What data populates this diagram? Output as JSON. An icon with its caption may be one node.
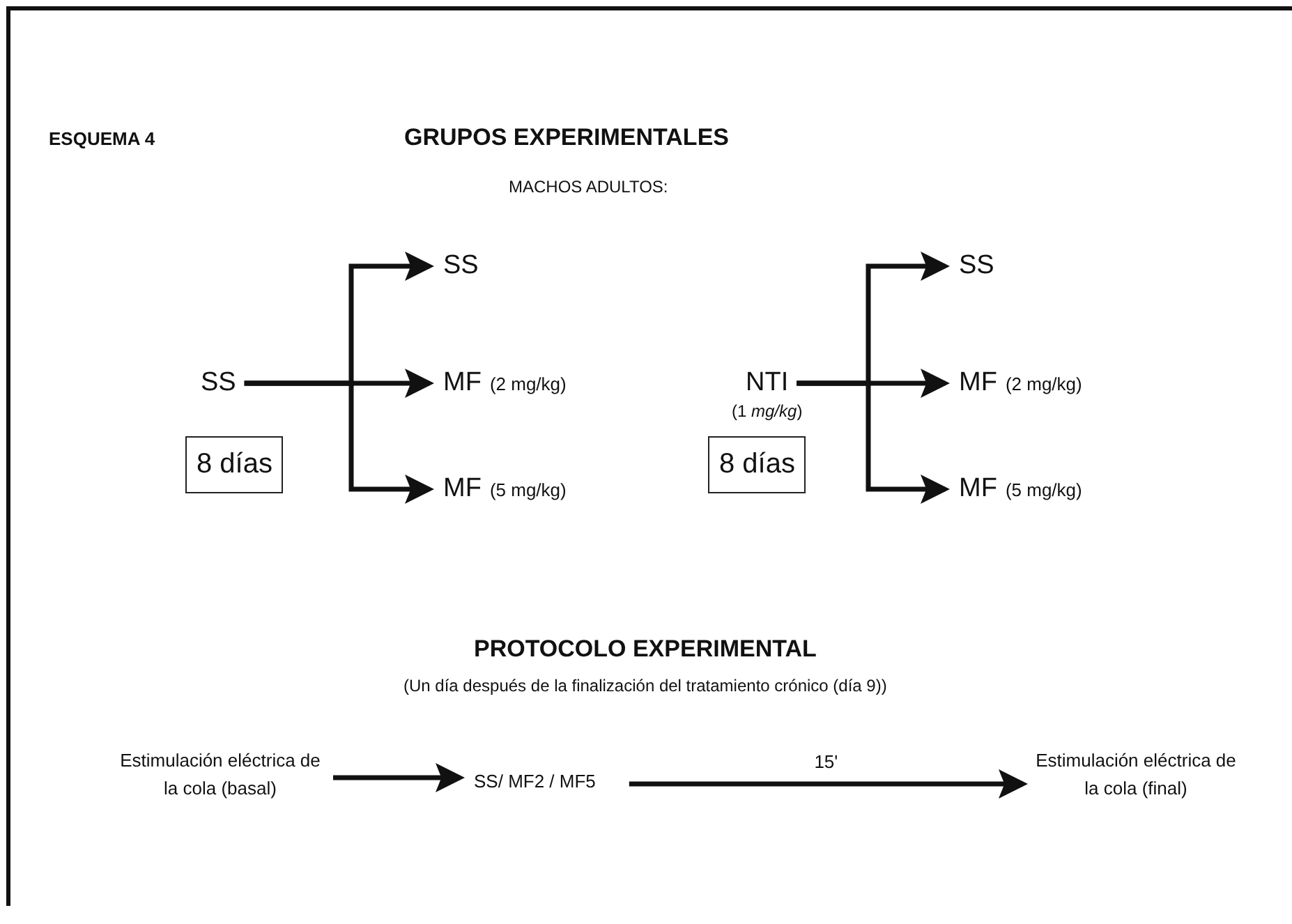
{
  "diagram": {
    "title": "GRUPOS EXPERIMENTALES",
    "nodes": [
      {
        "text": [
          "SS"
        ]
      },
      {
        "text": [
          "8 días"
        ]
      },
      {
        "text": [
          "SS"
        ]
      },
      {
        "text": [
          "MF",
          "(2 mg/kg)"
        ]
      },
      {
        "text": [
          "MF",
          "(5 mg/kg)"
        ]
      },
      {
        "text": [
          "NTI",
          "(1 *mg/kg*)"
        ]
      },
      {
        "text": [
          "8 días"
        ]
      },
      {
        "text": [
          "SS"
        ]
      },
      {
        "text": [
          "MF",
          "(2 mg/kg)"
        ]
      },
      {
        "text": [
          "MF",
          "(5 mg/kg)"
        ]
      },
      {
        "text": [
          "Estimulación eléctrica de la cola (basal)"
        ]
      },
      {
        "text": [
          "SS/ MF2 / MF5"
        ]
      },
      {
        "text": [
          "Estimulación eléctrica de la cola (final)"
        ]
      }
    ],
    "edges": [
      {
        "from": 0,
        "to": 2,
        "arrow": "to"
      },
      {
        "from": 0,
        "to": 3,
        "arrow": "to"
      },
      {
        "from": 0,
        "to": 4,
        "arrow": "to"
      },
      {
        "from": 5,
        "to": 7,
        "arrow": "to"
      },
      {
        "from": 5,
        "to": 8,
        "arrow": "to"
      },
      {
        "from": 5,
        "to": 9,
        "arrow": "to"
      },
      {
        "from": 10,
        "to": 11,
        "arrow": "to"
      },
      {
        "from": 11,
        "to": 12,
        "arrow": "to",
        "label": "15'"
      }
    ],
    "labels": [
      "ESQUEMA 4",
      "MACHOS ADULTOS:",
      "PROTOCOLO EXPERIMENTAL",
      "(Un día después de la finalización del tratamiento crónico (día 9))"
    ]
  }
}
